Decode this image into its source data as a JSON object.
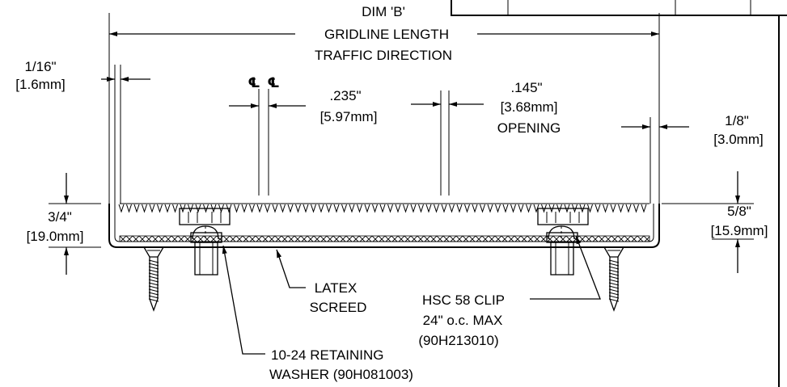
{
  "labels": {
    "dim_b": "DIM 'B'",
    "gridline_length": "GRIDLINE LENGTH",
    "traffic_direction": "TRAFFIC DIRECTION",
    "sixteenth_in": "1/16\"",
    "sixteenth_mm": "[1.6mm]",
    "centerline_1": "℄",
    "centerline_2": "℄",
    "bar_in": ".235\"",
    "bar_mm": "[5.97mm]",
    "opening_in": ".145\"",
    "opening_mm": "[3.68mm]",
    "opening_word": "OPENING",
    "eighth_in": "1/8\"",
    "eighth_mm": "[3.0mm]",
    "depth_in": "3/4\"",
    "depth_mm": "[19.0mm]",
    "fiveeighth_in": "5/8\"",
    "fiveeighth_mm": "[15.9mm]",
    "latex_1": "LATEX",
    "latex_2": "SCREED",
    "clip_1": "HSC 58 CLIP",
    "clip_2": "24\" o.c. MAX",
    "clip_3": "(90H213010)",
    "washer_1": "10-24 RETAINING",
    "washer_2": "WASHER (90H081003)"
  }
}
